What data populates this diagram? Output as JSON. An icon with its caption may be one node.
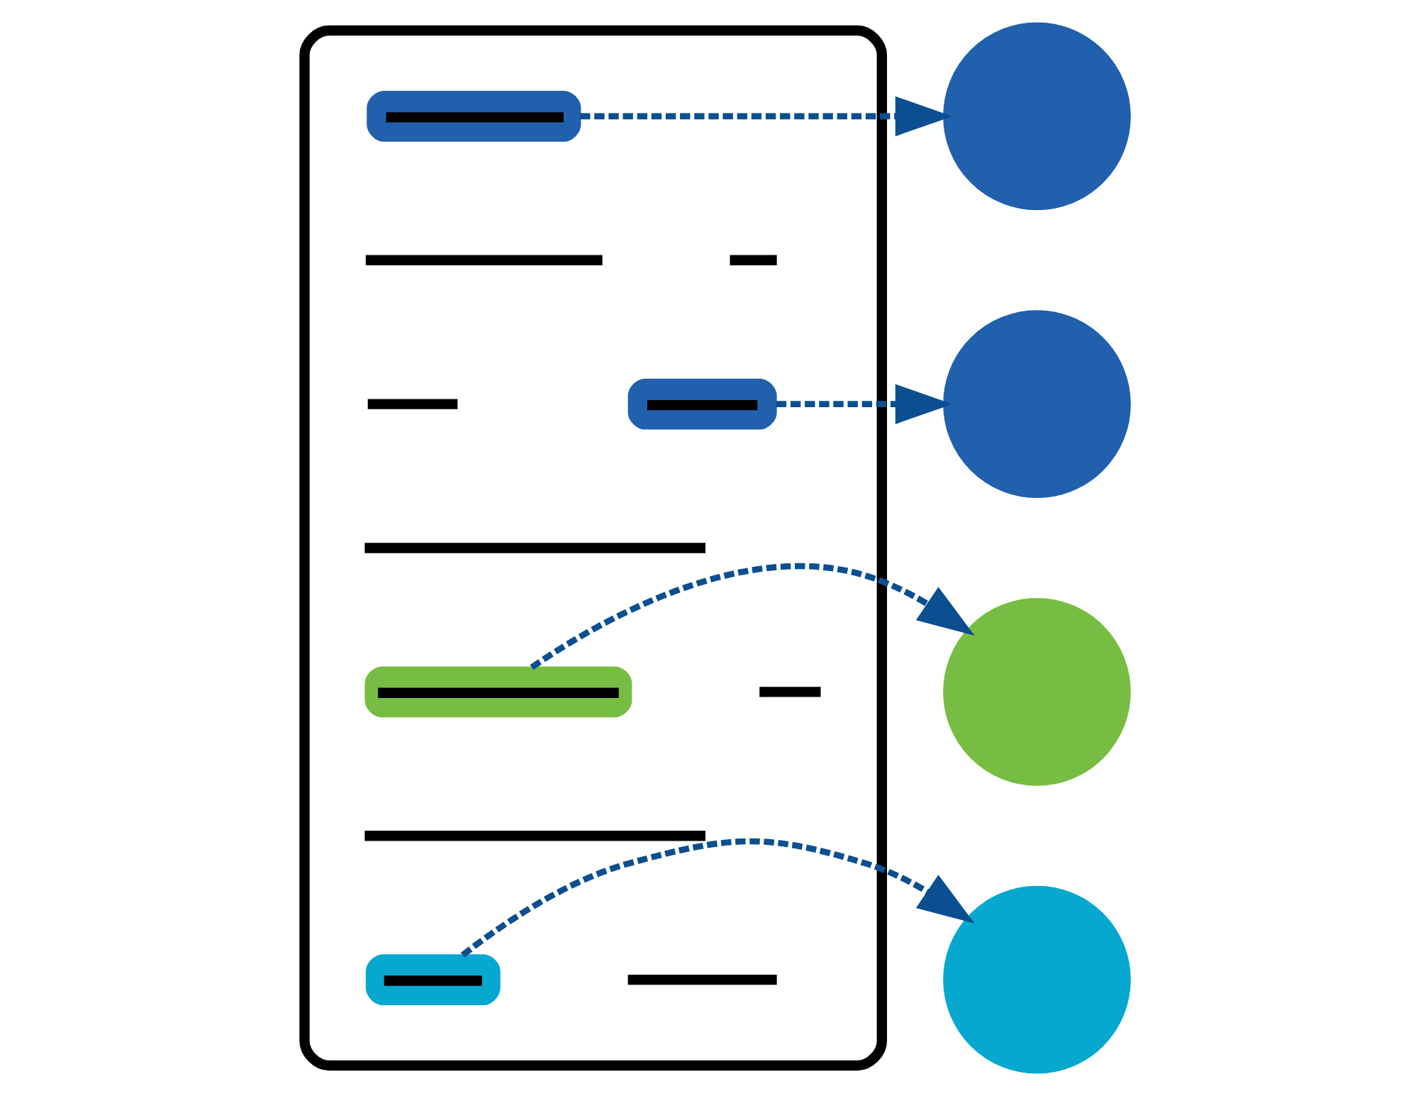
{
  "diagram": {
    "nodes": [
      {
        "text": [],
        "shape": "box"
      },
      {
        "text": [],
        "shape": "bar",
        "in": 0
      },
      {
        "text": [],
        "shape": "line",
        "in": 0
      },
      {
        "text": [],
        "shape": "line",
        "in": 0
      },
      {
        "text": [],
        "shape": "line",
        "in": 0
      },
      {
        "text": [],
        "shape": "bar",
        "in": 0
      },
      {
        "text": [],
        "shape": "line",
        "in": 0
      },
      {
        "text": [],
        "shape": "bar",
        "in": 0
      },
      {
        "text": [],
        "shape": "line",
        "in": 0
      },
      {
        "text": [],
        "shape": "line",
        "in": 0
      },
      {
        "text": [],
        "shape": "bar",
        "in": 0
      },
      {
        "text": [],
        "shape": "line",
        "in": 0
      },
      {
        "text": [],
        "shape": "circle"
      },
      {
        "text": [],
        "shape": "circle"
      },
      {
        "text": [],
        "shape": "circle"
      },
      {
        "text": [],
        "shape": "circle"
      }
    ],
    "edges": [
      {
        "from": 1,
        "to": 12,
        "arrow": "to",
        "style": "dashed"
      },
      {
        "from": 5,
        "to": 13,
        "arrow": "to",
        "style": "dashed"
      },
      {
        "from": 7,
        "to": 14,
        "arrow": "to",
        "style": "dashed"
      },
      {
        "from": 10,
        "to": 15,
        "arrow": "to",
        "style": "dashed"
      }
    ]
  }
}
